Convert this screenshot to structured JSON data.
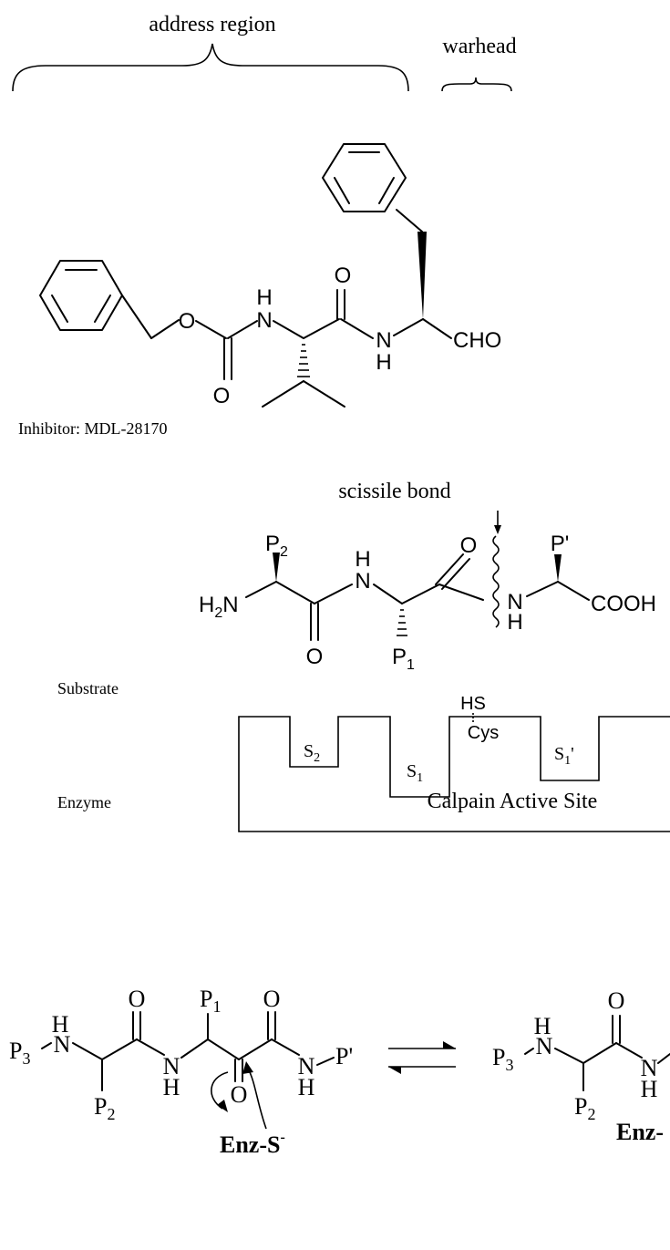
{
  "top_labels": {
    "address_region": "address region",
    "warhead": "warhead"
  },
  "inhibitor": {
    "caption": "Inhibitor: MDL-28170",
    "atoms": {
      "o_ester": "O",
      "o_carbonyl1": "O",
      "n1": "N",
      "h1": "H",
      "o_carbonyl2": "O",
      "n2": "N",
      "h2": "H",
      "cho": "CHO"
    }
  },
  "substrate": {
    "caption": "Substrate",
    "scissile_label": "scissile bond",
    "atoms": {
      "h2n": "H",
      "h2n_sub": "2",
      "h2n_n": "N",
      "o1": "O",
      "n1": "N",
      "h1": "H",
      "p2": "P",
      "p2_sub": "2",
      "p1": "P",
      "p1_sub": "1",
      "o2": "O",
      "n2": "N",
      "h2": "H",
      "pprime": "P'",
      "cooh": "COOH"
    }
  },
  "enzyme": {
    "caption": "Enzyme",
    "site_label": "Calpain Active Site",
    "hs": "HS",
    "cys": "Cys",
    "pockets": {
      "s2": "S",
      "s2_sub": "2",
      "s1": "S",
      "s1_sub": "1",
      "s1p": "S",
      "s1p_sub": "1",
      "s1p_prime": "'"
    }
  },
  "mechanism": {
    "left": {
      "p3": "P",
      "p3_sub": "3",
      "n1": "N",
      "h1": "H",
      "o1": "O",
      "p2": "P",
      "p2_sub": "2",
      "n2": "N",
      "h2": "H",
      "p1": "P",
      "p1_sub": "1",
      "o_keto": "O",
      "o2": "O",
      "n3": "N",
      "h3": "H",
      "pprime": "P'"
    },
    "nucleophile": "Enz-S",
    "nucleophile_charge": "-",
    "right": {
      "p3": "P",
      "p3_sub": "3",
      "n1": "N",
      "h1": "H",
      "o1": "O",
      "p2": "P",
      "p2_sub": "2",
      "n2": "N",
      "h2": "H",
      "enz_partial": "Enz-"
    }
  }
}
